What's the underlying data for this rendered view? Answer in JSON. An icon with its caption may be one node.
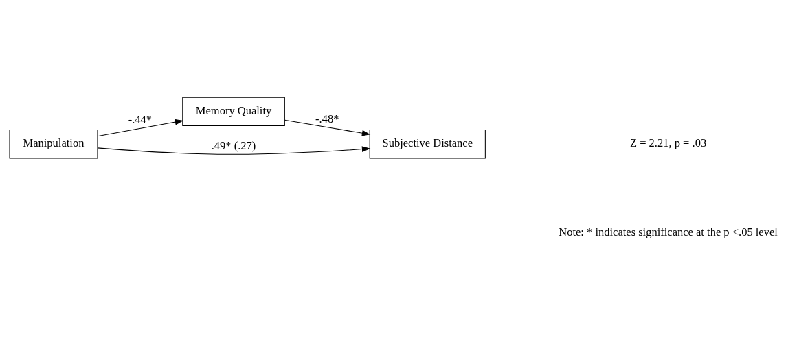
{
  "diagram": {
    "nodes": [
      {
        "text": [
          "Memory Quality"
        ]
      },
      {
        "text": [
          "Manipulation"
        ]
      },
      {
        "text": [
          "Subjective Distance"
        ]
      }
    ],
    "edges": [
      {
        "from": 1,
        "to": 0,
        "arrow": "to",
        "label": "-.44*"
      },
      {
        "from": 0,
        "to": 2,
        "arrow": "to",
        "label": "-.48*"
      },
      {
        "from": 1,
        "to": 2,
        "arrow": "to",
        "label": ".49* (.27)"
      }
    ],
    "labels": [
      "Z = 2.21, p = .03",
      "Note: * indicates significance at the p <.05 level"
    ]
  }
}
